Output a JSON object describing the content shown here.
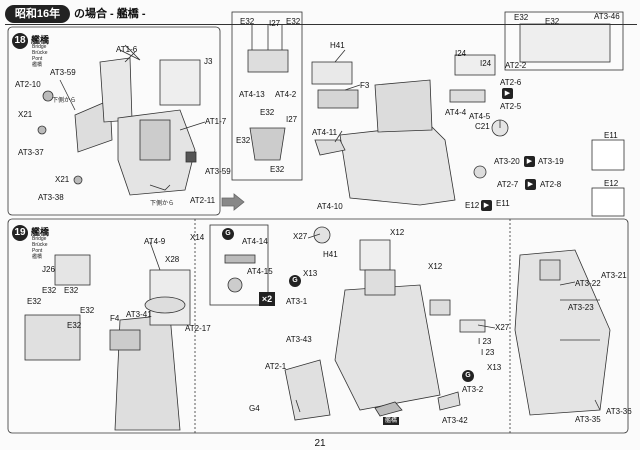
{
  "header": {
    "era": "昭和16年",
    "title": "の場合 - 艦橋 -"
  },
  "step18": {
    "number": "18",
    "name": "艦橋",
    "subtitle": [
      "Bridge",
      "Brücke",
      "Pont",
      "艦橋"
    ]
  },
  "step19": {
    "number": "19",
    "name": "艦橋",
    "subtitle": [
      "Bridge",
      "Brücke",
      "Pont",
      "艦橋"
    ]
  },
  "labels18": {
    "at1_6": "AT1-6",
    "j3": "J3",
    "at3_59a": "AT3-59",
    "at2_10": "AT2-10",
    "x21a": "X21",
    "at3_37": "AT3-37",
    "at1_7": "AT1-7",
    "x21b": "X21",
    "at3_38": "AT3-38",
    "at3_59b": "AT3-59",
    "at2_11": "AT2-11",
    "note_bottom_a": "下側から",
    "note_bottom_b": "下側から"
  },
  "labels18b": {
    "e32a": "E32",
    "i27a": "I27",
    "e32b": "E32",
    "at4_13": "AT4-13",
    "at4_2": "AT4-2",
    "e32c": "E32",
    "i27b": "I27",
    "e32d": "E32",
    "e32e": "E32",
    "h41": "H41",
    "f3": "F3",
    "at4_11": "AT4-11",
    "at4_10": "AT4-10",
    "i24a": "I24",
    "i24b": "I24",
    "at4_4": "AT4-4",
    "at4_5": "AT4-5",
    "c21": "C21",
    "e32f": "E32",
    "e32g": "E32",
    "at3_46": "AT3-46",
    "at2_2": "AT2-2",
    "at2_6": "AT2-6",
    "at2_5": "AT2-5",
    "at3_20": "AT3-20",
    "at3_19": "AT3-19",
    "at2_7": "AT2-7",
    "at2_8": "AT2-8",
    "e12a": "E12",
    "e11a": "E11",
    "e11b": "E11",
    "e12b": "E12"
  },
  "labels19": {
    "j26": "J26",
    "e32a": "E32",
    "e32b": "E32",
    "e32c": "E32",
    "e32d": "E32",
    "e32e": "E32",
    "f4": "F4",
    "at4_9": "AT4-9",
    "x14": "X14",
    "x28": "X28",
    "at3_41": "AT3-41",
    "at2_17": "AT2-17",
    "g_circle": "G",
    "at4_14": "AT4-14",
    "at4_15": "AT4-15",
    "times2": "×2",
    "x27a": "X27",
    "x12a": "X12",
    "h41": "H41",
    "x13a": "X13",
    "x12b": "X12",
    "at3_1": "AT3-1",
    "at3_43": "AT3-43",
    "x27b": "X27",
    "i23a": "I 23",
    "i23b": "I 23",
    "x13b": "X13",
    "at2_1": "AT2-1",
    "g4": "G4",
    "at3_2": "AT3-2",
    "at3_42": "AT3-42",
    "g2": "G",
    "g3": "G",
    "at3_21": "AT3-21",
    "at3_22": "AT3-22",
    "at3_23": "AT3-23",
    "at3_36": "AT3-36",
    "at3_35": "AT3-35",
    "bridge_tag": "艦橋"
  },
  "page_number": "21"
}
